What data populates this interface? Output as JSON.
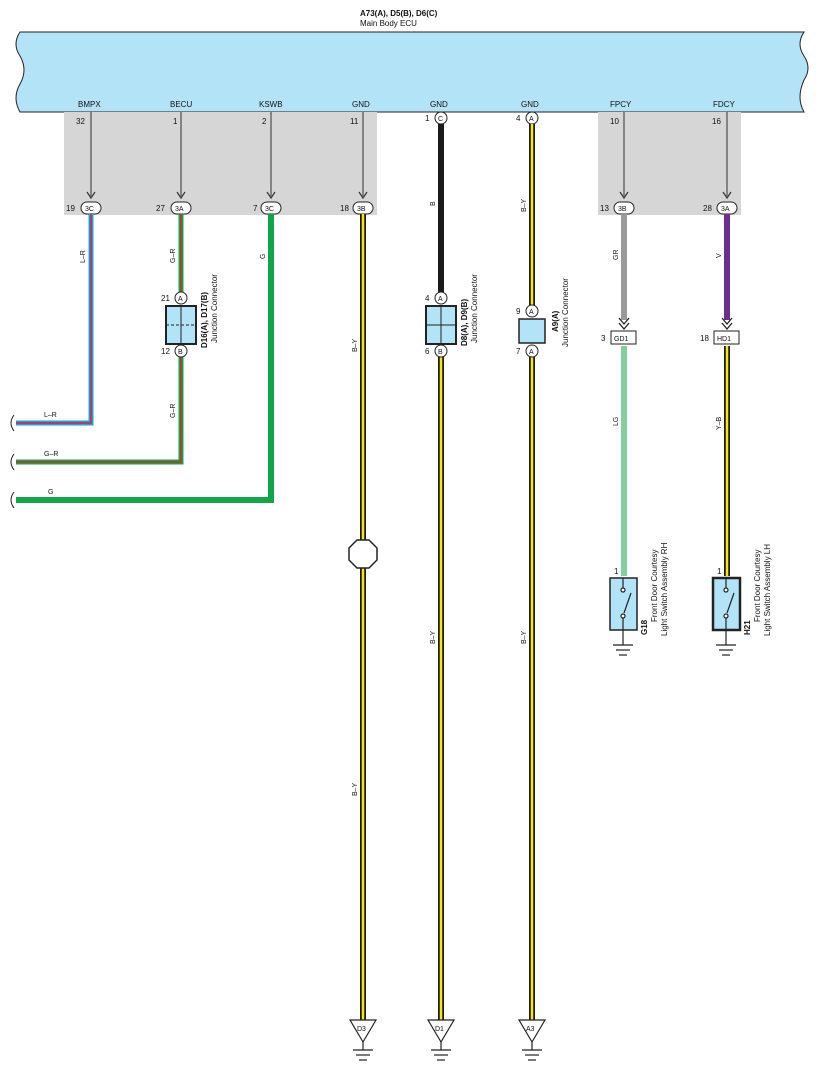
{
  "header": {
    "ecu_code": "A73(A), D5(B), D6(C)",
    "ecu_name": "Main Body ECU"
  },
  "ecu_terminals": [
    {
      "signal": "BMPX",
      "pin": "32",
      "connector_pin": "19",
      "connector": "3C"
    },
    {
      "signal": "BECU",
      "pin": "1",
      "connector_pin": "27",
      "connector": "3A"
    },
    {
      "signal": "KSWB",
      "pin": "2",
      "connector_pin": "7",
      "connector": "3C"
    },
    {
      "signal": "GND",
      "pin": "11",
      "connector_pin": "18",
      "connector": "3B"
    },
    {
      "signal": "GND",
      "pin": "1",
      "pin_connector": "C"
    },
    {
      "signal": "GND",
      "pin": "4",
      "pin_connector": "A"
    },
    {
      "signal": "FPCY",
      "pin": "10",
      "connector_pin": "13",
      "connector": "3B"
    },
    {
      "signal": "FDCY",
      "pin": "16",
      "connector_pin": "28",
      "connector": "3A"
    }
  ],
  "wires": {
    "bmpx": "L–R",
    "becu": "G–R",
    "kswb": "G",
    "gnd1": "B–Y",
    "gnd2_upper": "B",
    "gnd2_lower": "B–Y",
    "gnd3_upper": "B–Y",
    "gnd3_lower": "B–Y",
    "fpcy_upper": "GR",
    "fpcy_lower": "LG",
    "fdcy_upper": "V",
    "fdcy_lower": "Y–B",
    "left_lr": "L–R",
    "left_gr": "G–R",
    "left_g": "G"
  },
  "junctions": [
    {
      "code": "D16(A), D17(B)",
      "name": "Junction Connector",
      "top_pin": "21",
      "top_conn": "A",
      "bottom_pin": "12",
      "bottom_conn": "B"
    },
    {
      "code": "D8(A), D9(B)",
      "name": "Junction Connector",
      "top_pin": "4",
      "top_conn": "A",
      "bottom_pin": "6",
      "bottom_conn": "B"
    },
    {
      "code": "A9(A)",
      "name": "Junction Connector",
      "top_pin": "9",
      "top_conn": "A",
      "bottom_pin": "7",
      "bottom_conn": "A"
    }
  ],
  "inline_connectors": [
    {
      "pin": "3",
      "code": "GD1"
    },
    {
      "pin": "18",
      "code": "HD1"
    }
  ],
  "switches": [
    {
      "code": "G18",
      "name_line1": "Front Door Courtesy",
      "name_line2": "Light Switch Assembly RH",
      "pin": "1"
    },
    {
      "code": "H21",
      "name_line1": "Front Door Courtesy",
      "name_line2": "Light Switch Assembly LH",
      "pin": "1"
    }
  ],
  "grounds": [
    "D3",
    "D1",
    "A3"
  ],
  "colors": {
    "ecu_fill": "#b3e3f7",
    "panel_gray": "#d6d6d6",
    "blue": "#1ea0e6",
    "red": "#e0202a",
    "green": "#11a64a",
    "yellow": "#f6e51c",
    "black": "#1b1b1b",
    "gray_wire": "#9a9a9a",
    "light_green": "#86cf9c",
    "violet": "#6a2f91",
    "junction_fill": "#b3e3f7"
  }
}
